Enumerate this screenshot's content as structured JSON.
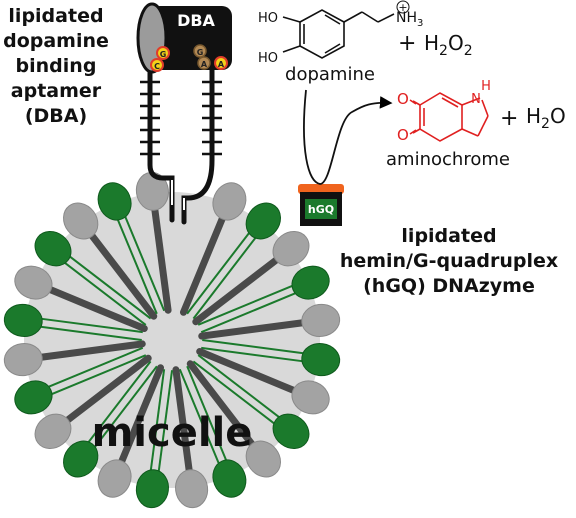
{
  "labels": {
    "dba_title_line1": "lipidated",
    "dba_title_line2": "dopamine",
    "dba_title_line3": "binding",
    "dba_title_line4": "aptamer",
    "dba_title_line5": "(DBA)",
    "dba_box": "DBA",
    "dba_bases": [
      "G",
      "C",
      "G",
      "A",
      "A"
    ],
    "hgq_title_line1": "lipidated",
    "hgq_title_line2": "hemin/G-quadruplex",
    "hgq_title_line3": "(hGQ) DNAzyme",
    "hgq_box": "hGQ",
    "micelle": "micelle"
  },
  "reaction": {
    "dopamine_name": "dopamine",
    "dopamine_ho_top": "HO",
    "dopamine_ho_bottom": "HO",
    "dopamine_amine": "NH",
    "dopamine_amine_sub": "3",
    "charge_symbol": "+",
    "plus_1": "+",
    "h2o2_h": "H",
    "h2o2_sub1": "2",
    "h2o2_o": "O",
    "h2o2_sub2": "2",
    "aminochrome_name": "aminochrome",
    "aminochrome_nh": "H",
    "aminochrome_n": "N",
    "aminochrome_o_top": "O",
    "aminochrome_o_bottom": "O",
    "plus_2": "+",
    "h2o_h": "H",
    "h2o_sub": "2",
    "h2o_o": "O"
  },
  "colors": {
    "lipid_green": "#1b7a2c",
    "lipid_gray": "#a3a3a3",
    "micelle_core": "#d9d9d9",
    "aminochrome_red": "#e02020",
    "hgq_orange": "#f0641e",
    "base_yellow": "#f2d21a",
    "base_brown": "#b38a55",
    "base_red": "#e03c2a"
  }
}
